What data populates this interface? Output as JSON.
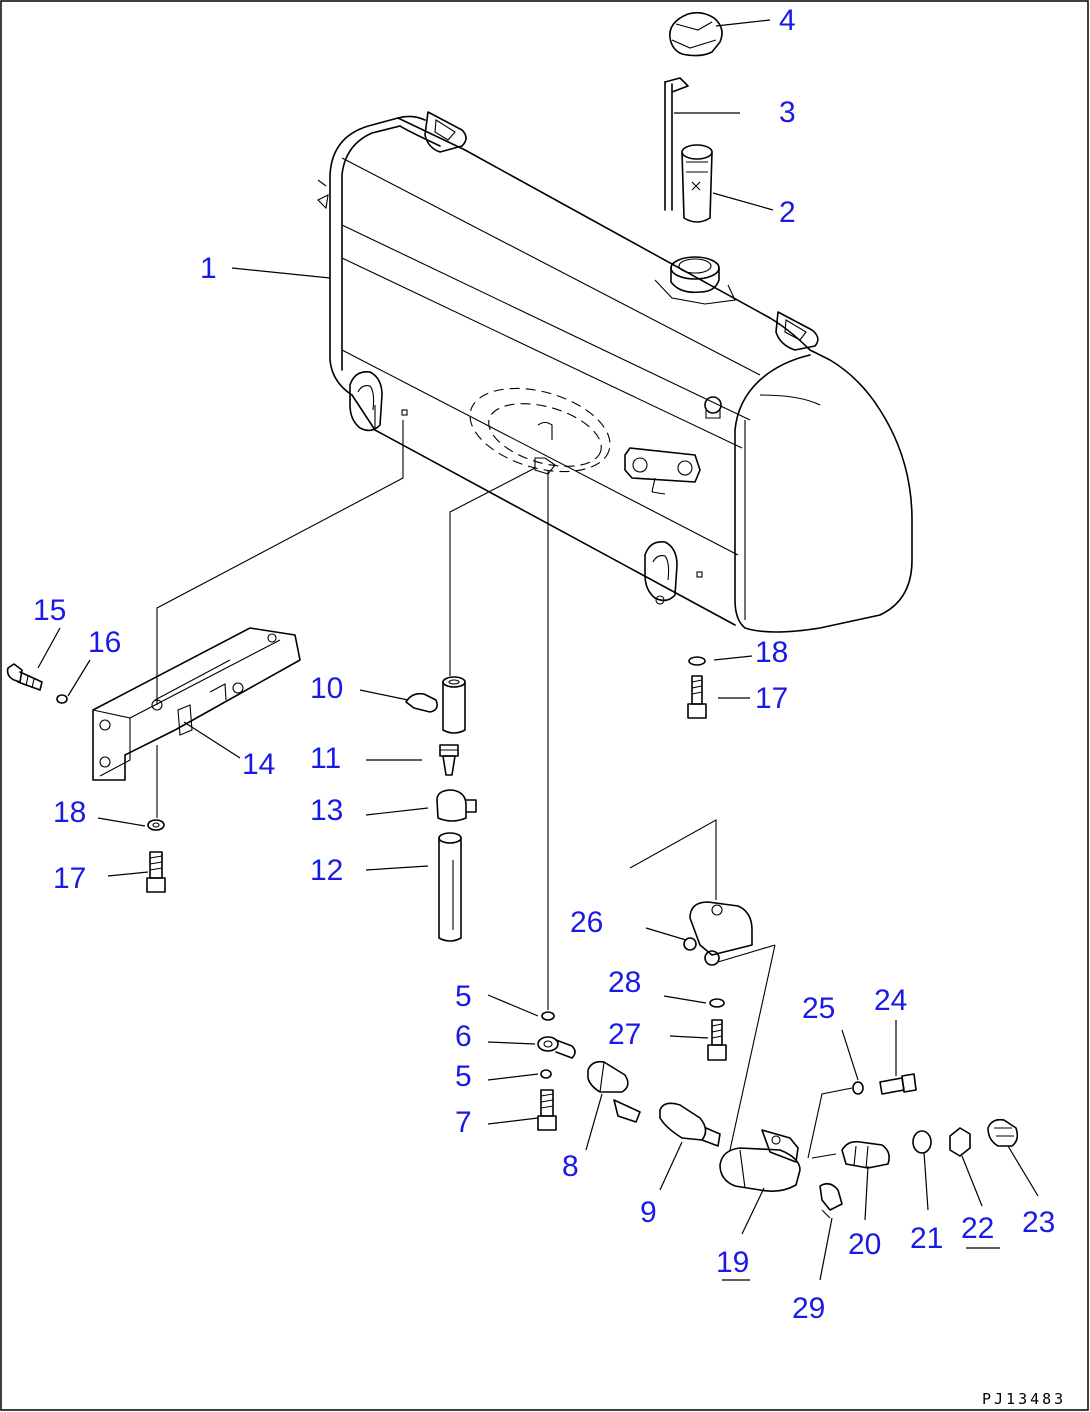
{
  "diagram": {
    "drawing_number": "PJ13483",
    "callout_color": "#1a1ae6",
    "callouts": [
      {
        "id": "c1",
        "label": "1"
      },
      {
        "id": "c2",
        "label": "2"
      },
      {
        "id": "c3",
        "label": "3"
      },
      {
        "id": "c4",
        "label": "4"
      },
      {
        "id": "c5a",
        "label": "5"
      },
      {
        "id": "c5b",
        "label": "5"
      },
      {
        "id": "c6",
        "label": "6"
      },
      {
        "id": "c7",
        "label": "7"
      },
      {
        "id": "c8",
        "label": "8"
      },
      {
        "id": "c9",
        "label": "9"
      },
      {
        "id": "c10",
        "label": "10"
      },
      {
        "id": "c11",
        "label": "11"
      },
      {
        "id": "c12",
        "label": "12"
      },
      {
        "id": "c13",
        "label": "13"
      },
      {
        "id": "c14",
        "label": "14"
      },
      {
        "id": "c15",
        "label": "15"
      },
      {
        "id": "c16",
        "label": "16"
      },
      {
        "id": "c17a",
        "label": "17"
      },
      {
        "id": "c17b",
        "label": "17"
      },
      {
        "id": "c18a",
        "label": "18"
      },
      {
        "id": "c18b",
        "label": "18"
      },
      {
        "id": "c19",
        "label": "19"
      },
      {
        "id": "c20",
        "label": "20"
      },
      {
        "id": "c21",
        "label": "21"
      },
      {
        "id": "c22",
        "label": "22"
      },
      {
        "id": "c23",
        "label": "23"
      },
      {
        "id": "c24",
        "label": "24"
      },
      {
        "id": "c25",
        "label": "25"
      },
      {
        "id": "c26",
        "label": "26"
      },
      {
        "id": "c27",
        "label": "27"
      },
      {
        "id": "c28",
        "label": "28"
      },
      {
        "id": "c29",
        "label": "29"
      }
    ]
  }
}
